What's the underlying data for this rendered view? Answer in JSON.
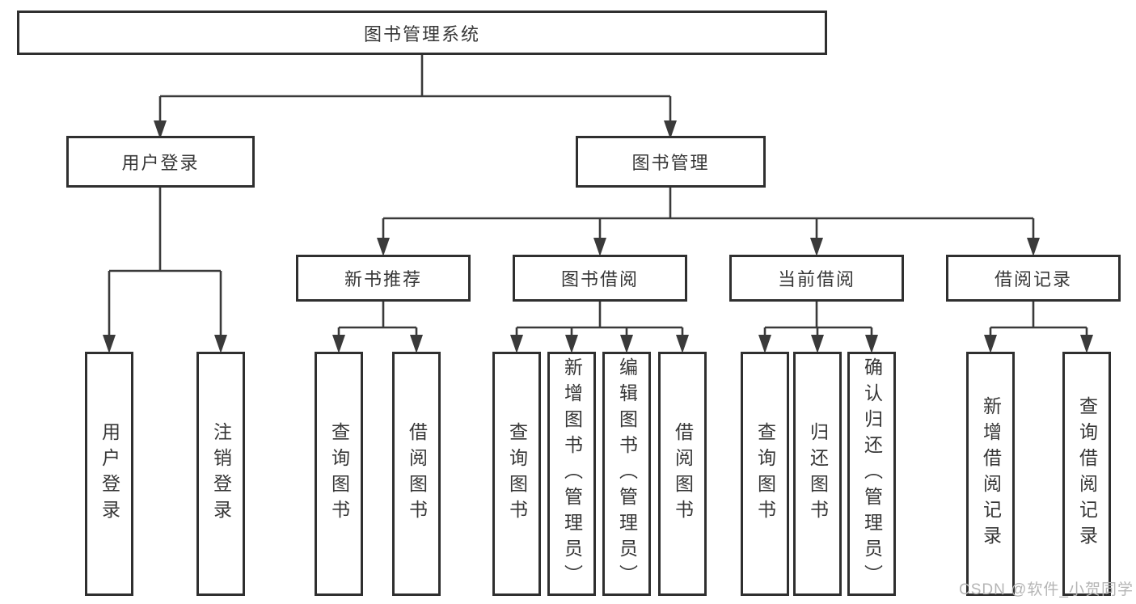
{
  "diagram": {
    "title": "图书管理系统",
    "colors": {
      "line": "#3a3a3a",
      "box_border": "#2f2f2f",
      "text": "#363636",
      "watermark": "#b5b5b5",
      "background": "#ffffff"
    },
    "tree": {
      "root": {
        "label": "图书管理系统"
      },
      "branches": [
        {
          "label": "用户登录",
          "children": [
            {
              "label": "用户登录"
            },
            {
              "label": "注销登录"
            }
          ]
        },
        {
          "label": "图书管理",
          "children": [
            {
              "label": "新书推荐",
              "children": [
                {
                  "label": "查询图书"
                },
                {
                  "label": "借阅图书"
                }
              ]
            },
            {
              "label": "图书借阅",
              "children": [
                {
                  "label": "查询图书"
                },
                {
                  "label": "新增图书（管理员）"
                },
                {
                  "label": "编辑图书（管理员）"
                },
                {
                  "label": "借阅图书"
                }
              ]
            },
            {
              "label": "当前借阅",
              "children": [
                {
                  "label": "查询图书"
                },
                {
                  "label": "归还图书"
                },
                {
                  "label": "确认归还（管理员）"
                }
              ]
            },
            {
              "label": "借阅记录",
              "children": [
                {
                  "label": "新增借阅记录"
                },
                {
                  "label": "查询借阅记录"
                }
              ]
            }
          ]
        }
      ]
    },
    "watermark": {
      "text": "CSDN @软件_小贺同学"
    }
  }
}
